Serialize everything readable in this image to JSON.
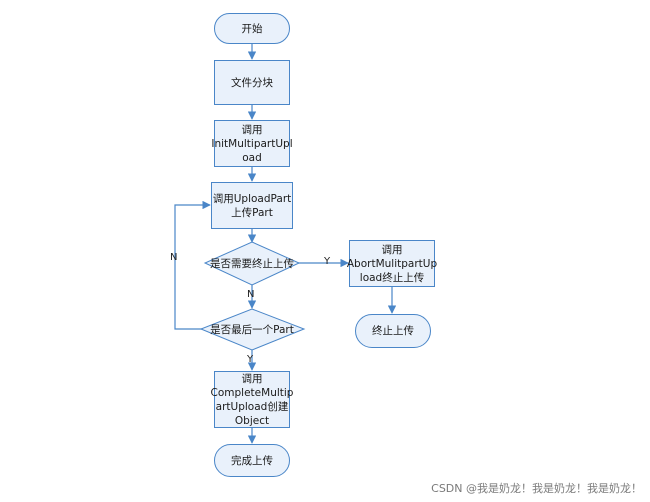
{
  "nodes": {
    "start": "开始",
    "split": "文件分块",
    "init": "调用\nInitMultipartUpl\noad",
    "upload": "调用UploadPart\n上传Part",
    "decision_terminate": "是否需要终止上传",
    "abort": "调用\nAbortMulitpartUp\nload终止上传",
    "terminate": "终止上传",
    "decision_last": "是否最后一个Part",
    "complete": "调用\nCompleteMultip\nartUpload创建\nObject",
    "done": "完成上传"
  },
  "edges": {
    "terminate_yes": "Y",
    "terminate_no": "N",
    "last_no": "N",
    "last_yes": "Y"
  },
  "watermark": "CSDN @我是奶龙！我是奶龙！我是奶龙！"
}
